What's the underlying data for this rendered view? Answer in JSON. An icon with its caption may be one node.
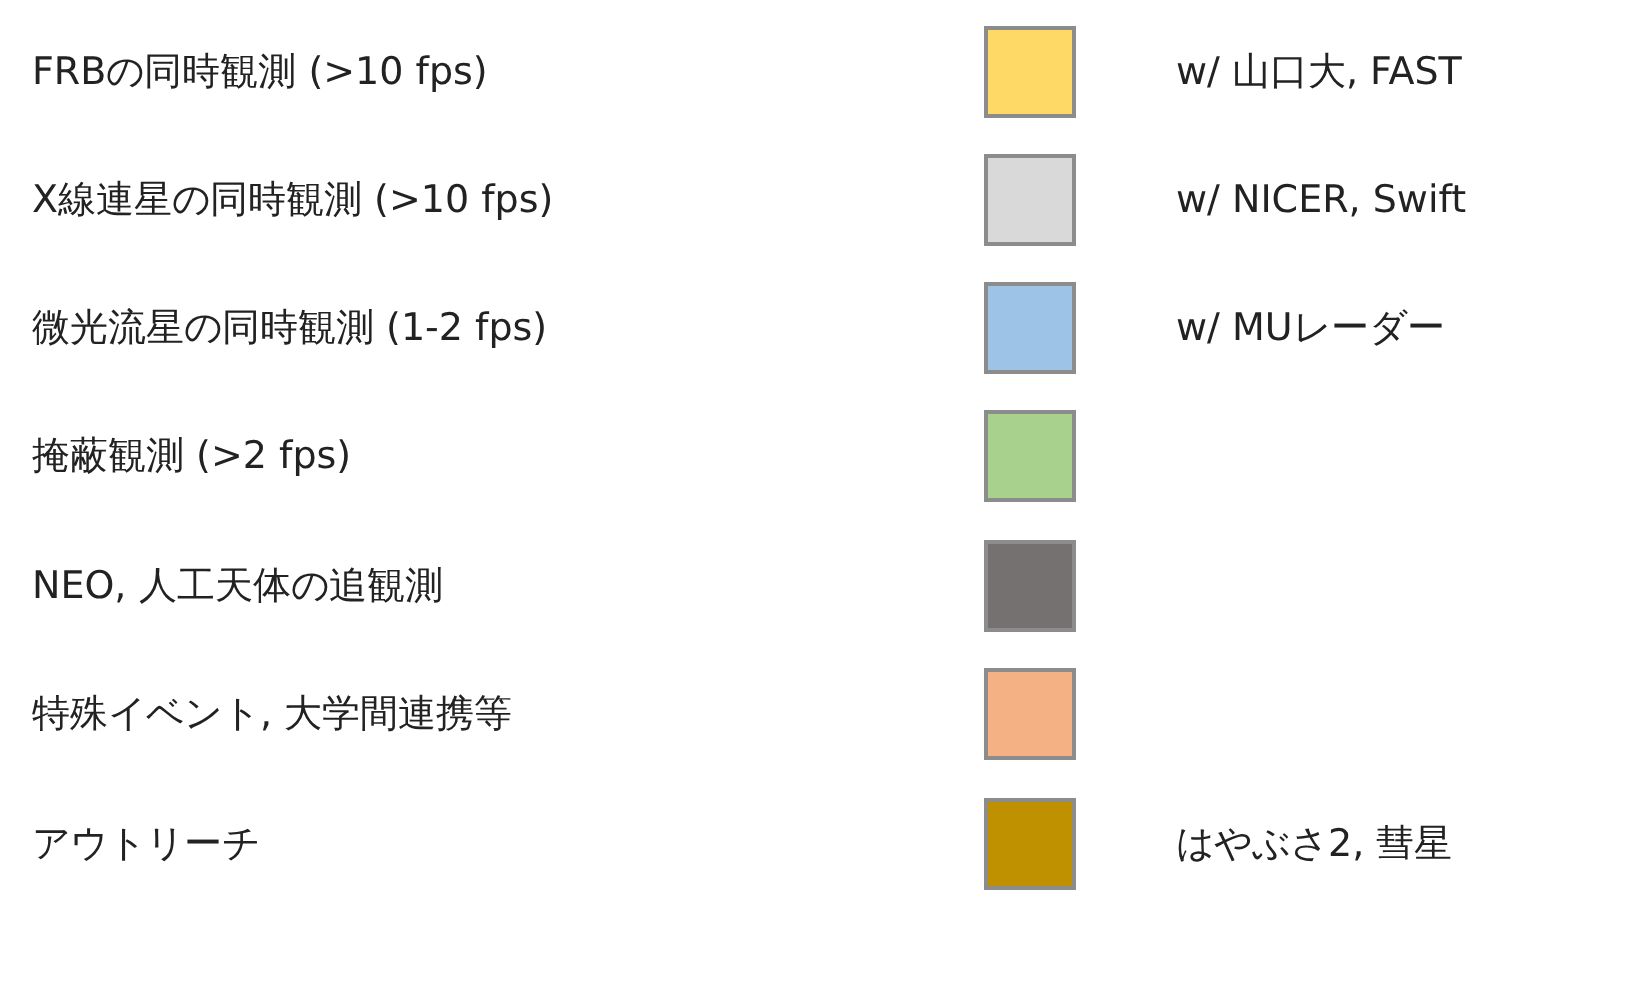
{
  "diagram": {
    "labels": [
      "w/ 山口大, FAST",
      "w/ NICER, Swift",
      "w/ MUレーダー",
      "はやぶさ2, 彗星"
    ],
    "legend": [
      {
        "text": "FRBの同時観測 (>10 fps)",
        "color": "#ffd966"
      },
      {
        "text": "X線連星の同時観測 (>10 fps)",
        "color": "#d9d9d9"
      },
      {
        "text": "微光流星の同時観測 (1-2 fps)",
        "color": "#9dc3e6"
      },
      {
        "text": "掩蔽観測 (>2 fps)",
        "color": "#a9d18e"
      },
      {
        "text": "NEO, 人工天体の追観測",
        "color": "#767171"
      },
      {
        "text": "特殊イベント, 大学間連携等",
        "color": "#f4b183"
      },
      {
        "text": "アウトリーチ",
        "color": "#bf9000"
      }
    ]
  }
}
